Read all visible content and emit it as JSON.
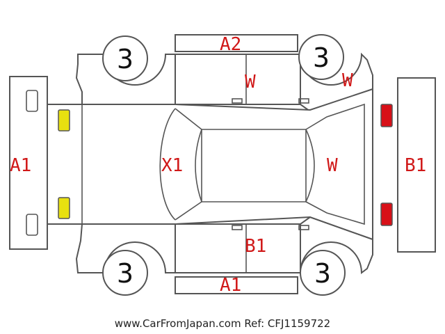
{
  "colors": {
    "damage_label": "#d01818",
    "outline": "#555555",
    "amber_light": "#e8e010",
    "red_light": "#d81018",
    "wheel_number": "#111111"
  },
  "labels": {
    "top_bumper_left": "A1",
    "roof_front": "A2",
    "front_door_top": "W",
    "rear_quarter_top": "W",
    "hood": "X1",
    "rear_window": "W",
    "rear_bumper": "B1",
    "front_door_bottom": "B1",
    "rocker_bottom": "A1"
  },
  "wheels": {
    "front_left": "3",
    "rear_left": "3",
    "front_right": "3",
    "rear_right": "3"
  },
  "footer": {
    "source": "www.CarFromJapan.com Ref: CFJ1159722"
  }
}
